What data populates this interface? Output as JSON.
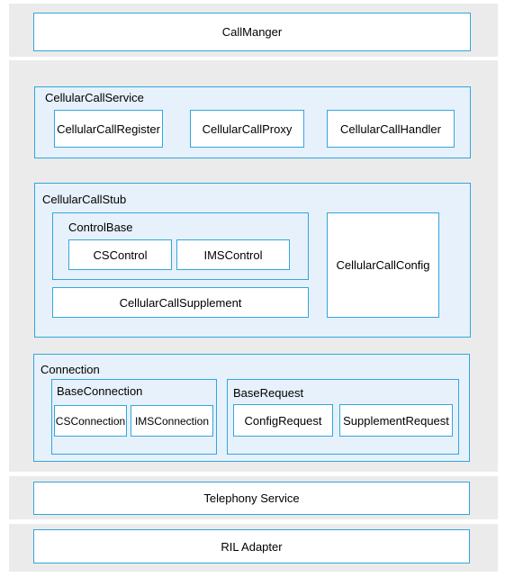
{
  "layers": {
    "top": "CallManger",
    "telephony": "Telephony Service",
    "ril": "RIL Adapter"
  },
  "cellular_call_service": {
    "title": "CellularCallService",
    "items": [
      "CellularCallRegister",
      "CellularCallProxy",
      "CellularCallHandler"
    ]
  },
  "cellular_call_stub": {
    "title": "CellularCallStub",
    "control_base": {
      "title": "ControlBase",
      "items": [
        "CSControl",
        "IMSControl"
      ]
    },
    "supplement": "CellularCallSupplement",
    "config": "CellularCallConfig"
  },
  "connection": {
    "title": "Connection",
    "base_connection": {
      "title": "BaseConnection",
      "items": [
        "CSConnection",
        "IMSConnection"
      ]
    },
    "base_request": {
      "title": "BaseRequest",
      "items": [
        "ConfigRequest",
        "SupplementRequest"
      ]
    }
  },
  "colors": {
    "border": "#33a6dc",
    "group_fill": "#e6f1fb",
    "band_fill": "#ebebeb"
  }
}
